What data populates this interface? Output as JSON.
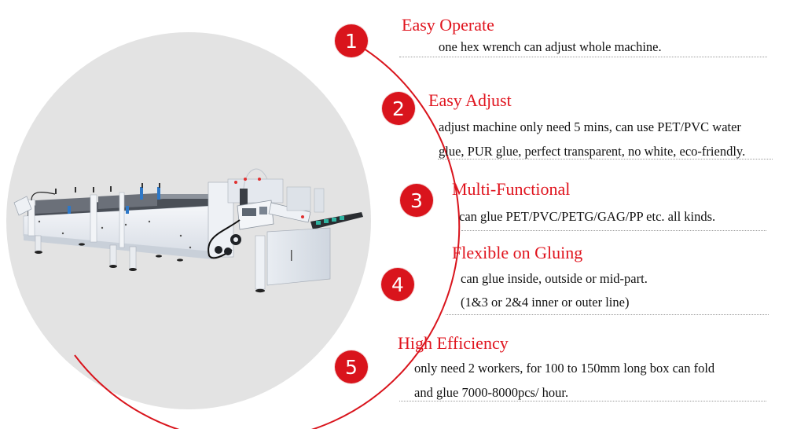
{
  "colors": {
    "accent_red": "#d9141c",
    "title_red": "#e0141e",
    "circle_gray": "#e3e3e3",
    "body_text": "#111111",
    "divider": "#9a9a9a"
  },
  "product_image": {
    "subject": "automatic folder gluer machine",
    "background": "light gray circle"
  },
  "features": [
    {
      "number": "1",
      "title": "Easy Operate",
      "lines": [
        "one hex wrench can adjust whole machine."
      ]
    },
    {
      "number": "2",
      "title": "Easy Adjust",
      "lines": [
        "adjust machine only need 5 mins, can use PET/PVC water",
        "glue, PUR glue, perfect transparent, no white, eco-friendly."
      ]
    },
    {
      "number": "3",
      "title": "Multi-Functional",
      "lines": [
        "can glue PET/PVC/PETG/GAG/PP etc. all kinds."
      ]
    },
    {
      "number": "4",
      "title": "Flexible on Gluing",
      "lines": [
        "can glue inside, outside or mid-part.",
        " (1&3 or 2&4 inner or outer line)"
      ]
    },
    {
      "number": "5",
      "title": "High Efficiency",
      "lines": [
        "only need 2 workers, for 100 to 150mm long box can fold",
        " and glue 7000-8000pcs/ hour."
      ]
    }
  ]
}
